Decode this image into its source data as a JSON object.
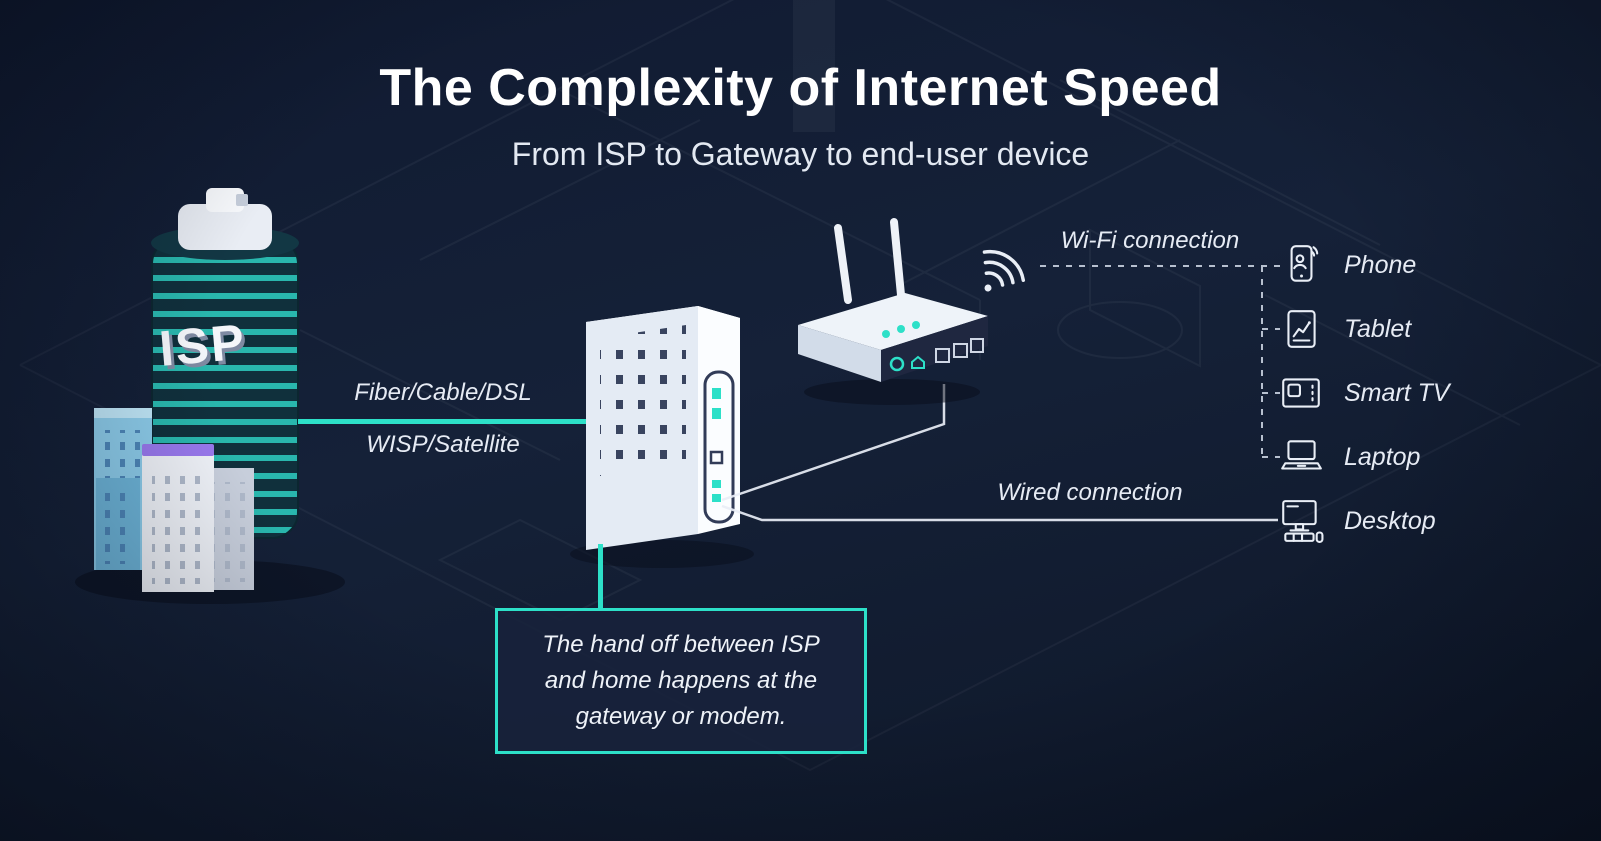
{
  "header": {
    "title": "The Complexity of Internet Speed",
    "subtitle": "From ISP to Gateway to end-user device"
  },
  "isp_building": {
    "label": "ISP"
  },
  "link_labels": {
    "fiber": "Fiber/Cable/DSL",
    "wisp": "WISP/Satellite",
    "wifi": "Wi-Fi connection",
    "wired": "Wired connection"
  },
  "callout": {
    "text": "The hand off between ISP and home happens at the gateway or modem."
  },
  "devices": [
    {
      "label": "Phone",
      "icon": "phone-icon",
      "connection": "wifi"
    },
    {
      "label": "Tablet",
      "icon": "tablet-icon",
      "connection": "wifi"
    },
    {
      "label": "Smart TV",
      "icon": "smart-tv-icon",
      "connection": "wifi"
    },
    {
      "label": "Laptop",
      "icon": "laptop-icon",
      "connection": "wifi"
    },
    {
      "label": "Desktop",
      "icon": "desktop-icon",
      "connection": "wired"
    }
  ],
  "colors": {
    "accent_teal": "#2de0c8",
    "background_navy": "#131d35",
    "building_blue": "#8ccbe9",
    "building_purple": "#9878ec",
    "text": "#eef2f8"
  }
}
